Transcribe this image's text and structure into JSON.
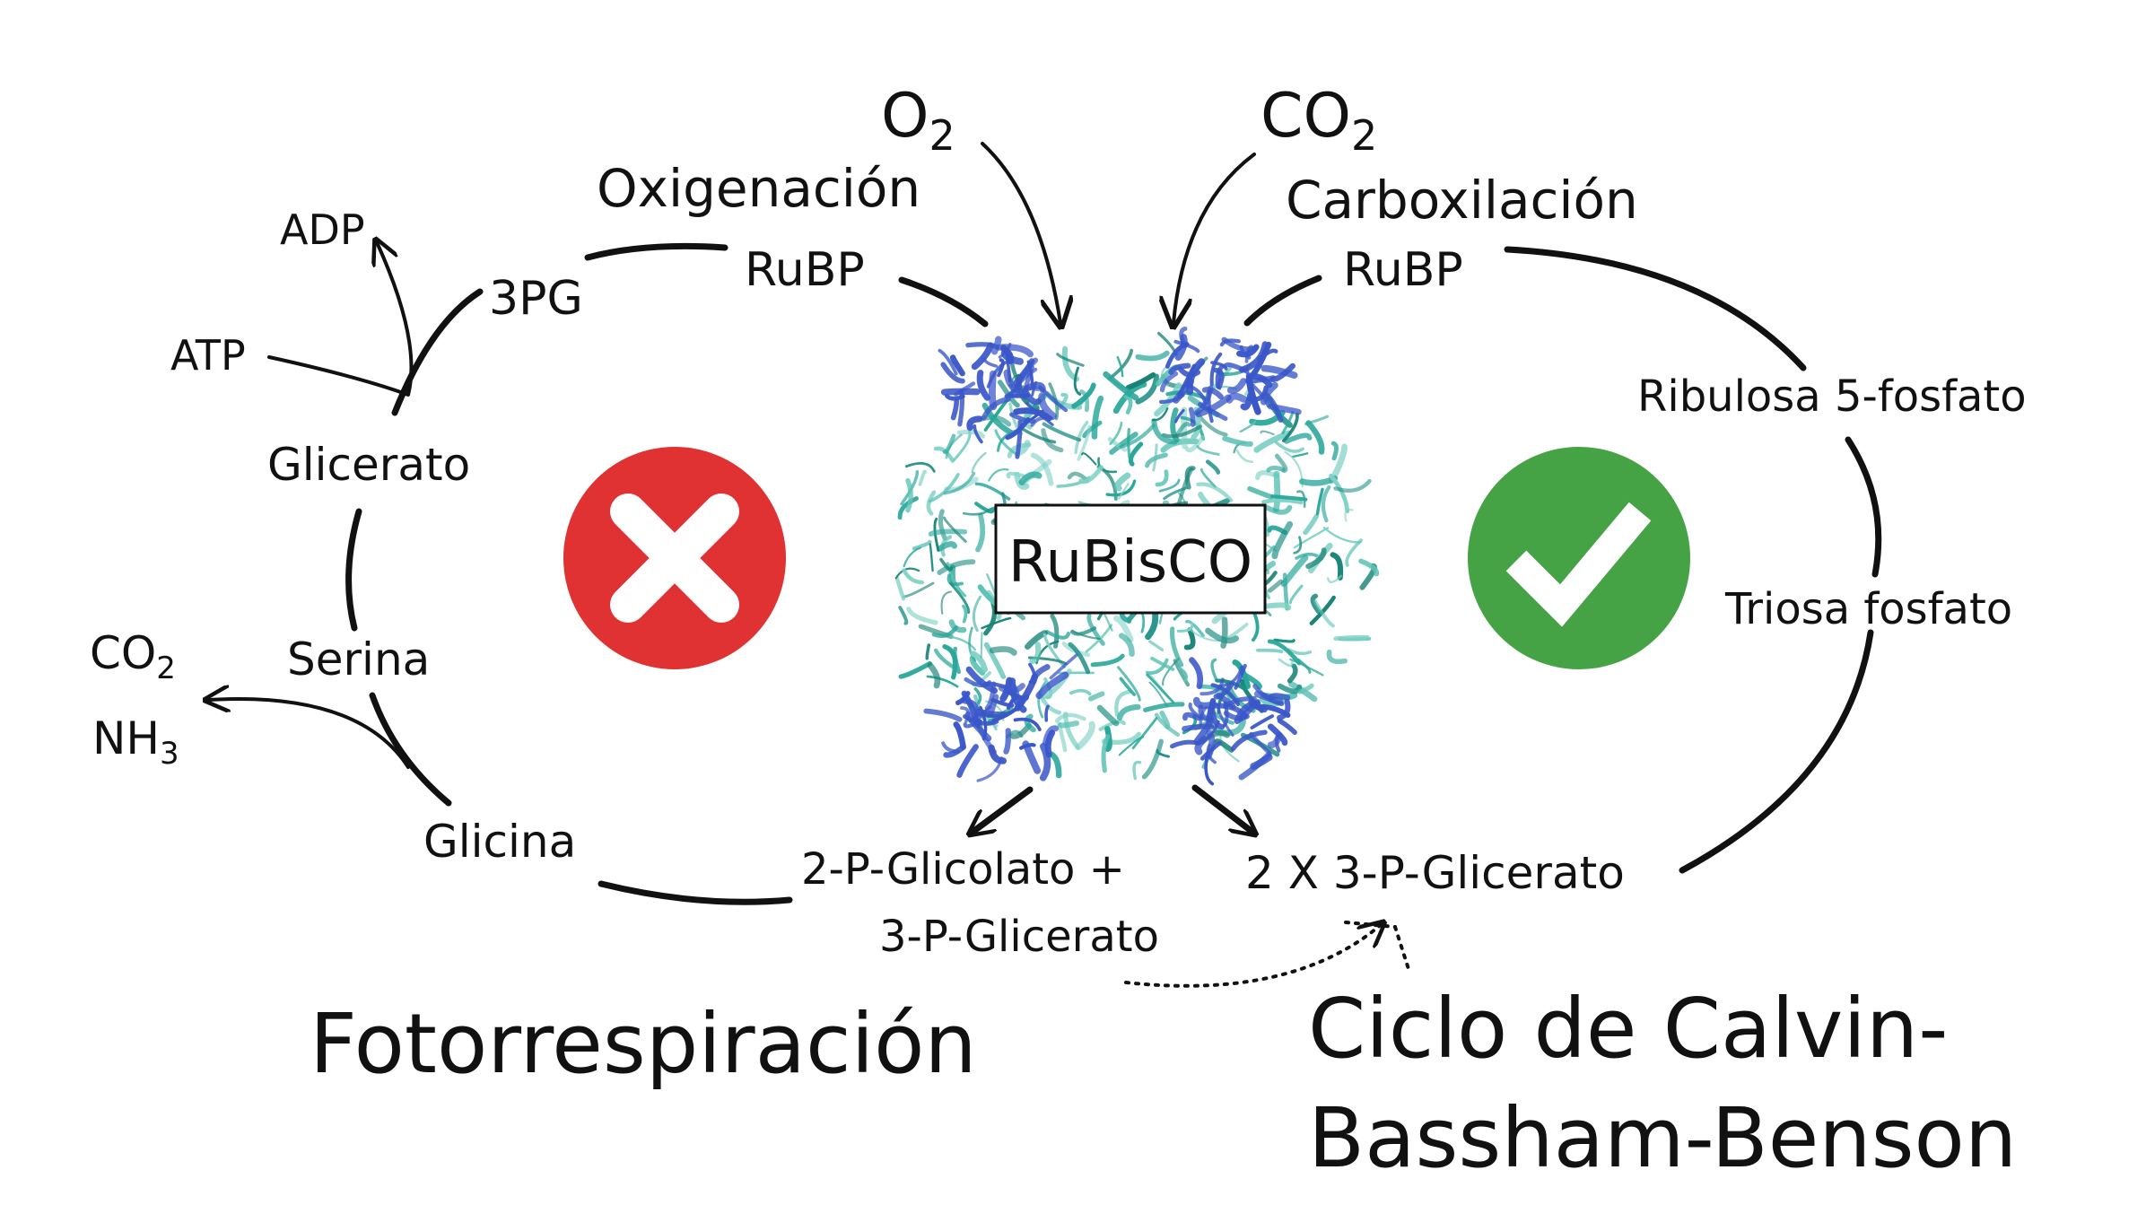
{
  "left_cycle": {
    "process_label": "Oxigenación",
    "substrate": "RuBP",
    "intermediates": [
      "3PG",
      "Glicerato",
      "Serina",
      "Glicina"
    ],
    "side_inputs": [
      "ATP"
    ],
    "side_outputs": [
      "ADP"
    ],
    "co2_output": "CO2",
    "nh3_output": "NH3",
    "products_line1": "2-P-Glicolato +",
    "products_line2": "3-P-Glicerato",
    "title": "Fotorrespiración",
    "status": "rejected"
  },
  "right_cycle": {
    "process_label": "Carboxilación",
    "substrate": "RuBP",
    "intermediates": [
      "Ribulosa 5-fosfato",
      "Triosa fosfato"
    ],
    "product": "2 X 3-P-Glicerato",
    "title_line1": "Ciclo de Calvin-",
    "title_line2": "Bassham-Benson",
    "status": "accepted"
  },
  "gases": {
    "o2": "O2",
    "co2": "CO2"
  },
  "enzyme": {
    "name": "RuBisCO"
  },
  "colors": {
    "reject": "#E03232",
    "accept": "#45A346",
    "protein_teal": "#2AA79B",
    "protein_blue": "#3A57C9"
  },
  "icons": [
    "cross-icon",
    "check-icon"
  ]
}
